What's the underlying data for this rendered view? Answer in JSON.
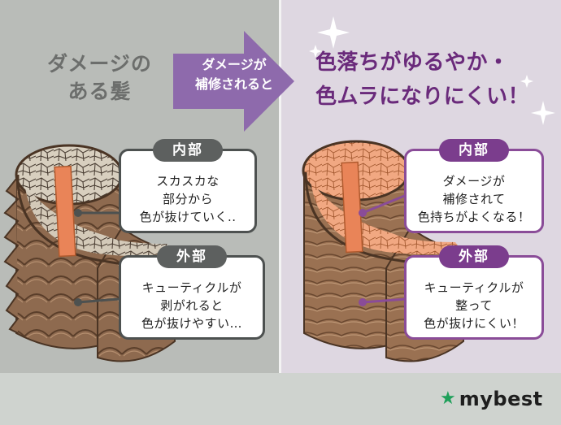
{
  "left": {
    "title_lines": [
      "ダメージの",
      "ある髪"
    ],
    "arrow_lines": [
      "ダメージが",
      "補修されると"
    ],
    "inner": {
      "label": "内部",
      "lines": [
        "スカスカな",
        "部分から",
        "色が抜けていく.."
      ]
    },
    "outer": {
      "label": "外部",
      "lines": [
        "キューティクルが",
        "剥がれると",
        "色が抜けやすい…"
      ]
    }
  },
  "right": {
    "title_lines": [
      "色落ちがゆるやか・",
      "色ムラになりにくい！"
    ],
    "inner": {
      "label": "内部",
      "lines": [
        "ダメージが",
        "補修されて",
        "色持ちがよくなる！"
      ]
    },
    "outer": {
      "label": "外部",
      "lines": [
        "キューティクルが",
        "整って",
        "色が抜けにくい！"
      ]
    }
  },
  "brand": {
    "name": "mybest",
    "accent_color": "#1fa05a",
    "star_icon": "star-icon"
  },
  "colors": {
    "left_bg": "#b9bcb8",
    "right_bg": "#ded7e1",
    "purple": "#7b3d8d",
    "gray_pill": "#5d605f",
    "arrow": "#8e6aac"
  }
}
